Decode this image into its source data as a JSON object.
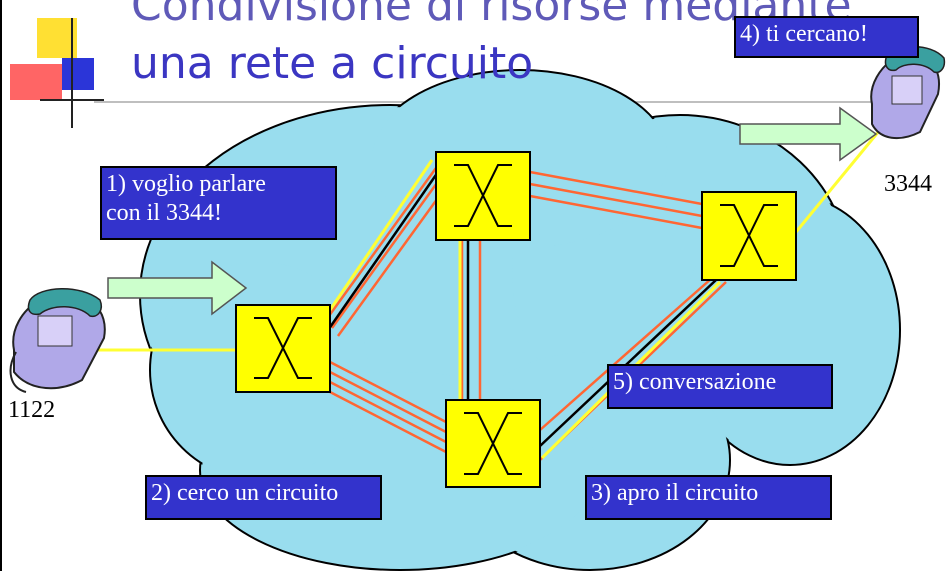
{
  "title": {
    "line1": "Condivisione di risorse mediante",
    "line2": "una rete a circuito"
  },
  "callouts": {
    "step1_line1": "1) voglio parlare",
    "step1_line2": "con il 3344!",
    "step2": "2) cerco un circuito",
    "step3": "3) apro il circuito",
    "step4": "4) ti cercano!",
    "step5": "5) conversazione"
  },
  "phones": {
    "caller_number": "1122",
    "callee_number": "3344"
  },
  "colors": {
    "cloud": "#99ddee",
    "switch": "#ffff00",
    "callout": "#3333cc",
    "trunk": "#ff6633",
    "path": "#ffff33",
    "arrow": "#ccffcc",
    "title": "#3b36c2"
  }
}
